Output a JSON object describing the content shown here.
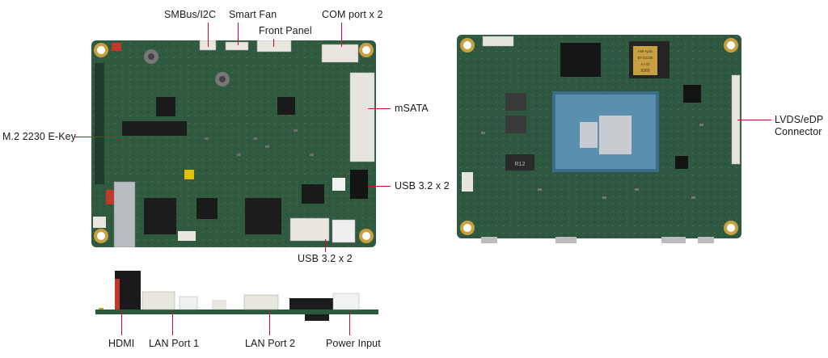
{
  "figure": {
    "labels": {
      "smbus": "SMBus/I2C",
      "smart_fan": "Smart Fan",
      "com_port": "COM port x 2",
      "front_panel": "Front Panel",
      "msata": "mSATA",
      "m2": "M.2 2230 E-Key",
      "usb_top": "USB 3.2 x 2",
      "usb_bottom": "USB 3.2 x 2",
      "lvds": "LVDS/eDP\nConnector",
      "hdmi": "HDMI",
      "lan1": "LAN Port 1",
      "lan2": "LAN Port 2",
      "power": "Power Input"
    },
    "chip_marking": {
      "line1": "AMI-Aptio",
      "line2": "BT-D2335",
      "line3": "AA 03",
      "line4": "9369",
      "r12": "R12"
    },
    "colors": {
      "pcb": "#2f5a3f",
      "pcb_dark": "#23452f",
      "pad_gold": "#c9a040",
      "leader": "#c8102e"
    }
  }
}
